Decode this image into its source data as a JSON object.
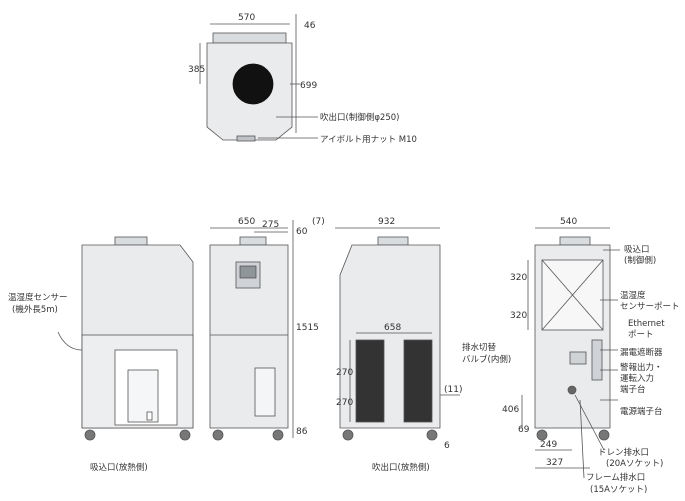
{
  "dimensions": {
    "top_width": "570",
    "top_depth_46": "46",
    "top_385": "385",
    "top_699": "699",
    "front_650": "650",
    "front_275": "275",
    "front_60": "60",
    "front_1515": "1515",
    "front_86": "86",
    "side_7": "(7)",
    "side_932": "932",
    "side_658": "658",
    "side_270a": "270",
    "side_270b": "270",
    "side_11": "(11)",
    "side_6": "6",
    "rear_540": "540",
    "rear_320a": "320",
    "rear_320b": "320",
    "rear_406": "406",
    "rear_69": "69",
    "rear_249": "249",
    "rear_327": "327"
  },
  "labels": {
    "outlet_line1": "吹出口(制御側φ250)",
    "eyebolt": "アイボルト用ナット M10",
    "sensor_l1": "温湿度センサー",
    "sensor_l2": "(機外長5m)",
    "intake_front": "吸込口(放熱側)",
    "drain_valve_l1": "排水切替",
    "drain_valve_l2": "バルブ(内側)",
    "intake_side": "吹出口(放熱側)",
    "rear_intake_l1": "吸込口",
    "rear_intake_l2": "(制御側)",
    "sensor_port_l1": "温湿度",
    "sensor_port_l2": "センサーポート",
    "eth_l1": "Ethernet",
    "eth_l2": "ポート",
    "breaker": "漏電遮断器",
    "alarm_l1": "警報出力・",
    "alarm_l2": "運転入力",
    "alarm_l3": "端子台",
    "power": "電源端子台",
    "drain_l1": "ドレン排水口",
    "drain_l2": "(20Aソケット)",
    "frame_l1": "フレーム排水口",
    "frame_l2": "(15Aソケット)"
  },
  "colors": {
    "panel": "#e9ebed",
    "panel_dark": "#c9ccd0",
    "outline": "#555555",
    "outlet": "#111111"
  }
}
